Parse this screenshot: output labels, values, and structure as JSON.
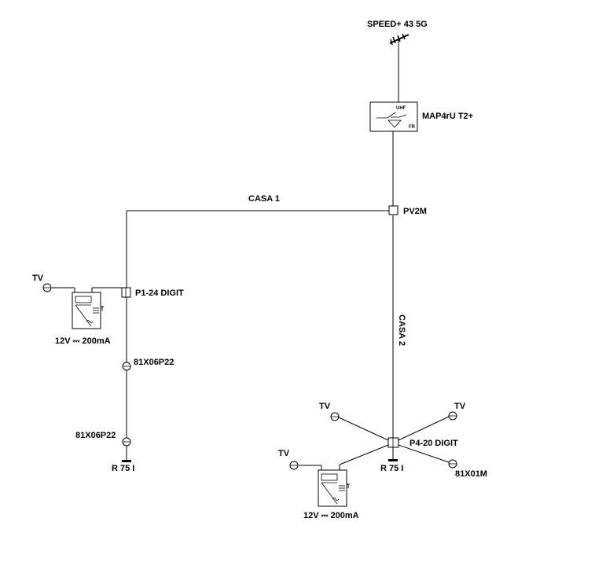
{
  "labels": {
    "antenna": "SPEED+ 43 5G",
    "amplifier": "MAP4rU T2+",
    "amp_band": "UHF",
    "amp_fr": "FR",
    "splitter": "PV2M",
    "casa1": "CASA 1",
    "casa2": "CASA 2",
    "tap_left": "P1-24 DIGIT",
    "tap_right": "P4-20 DIGIT",
    "tv": "TV",
    "psu_left": "12V ⎓ 200mA",
    "psu_right": "12V ⎓ 200mA",
    "outlet_1": "81X06P22",
    "outlet_2": "81X06P22",
    "term_left": "R 75 I",
    "term_right": "R 75 I",
    "outlet_right": "81X01M"
  }
}
